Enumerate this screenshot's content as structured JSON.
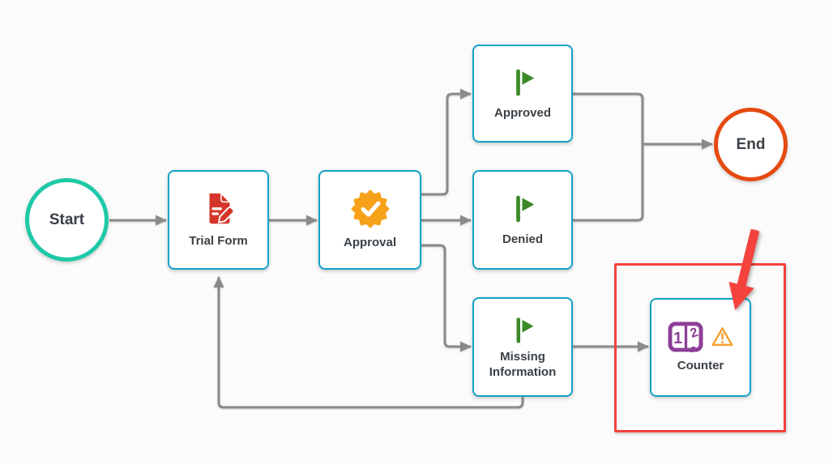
{
  "diagram": {
    "type": "workflow-flowchart",
    "nodes": [
      {
        "id": "start",
        "label": "Start",
        "kind": "terminal",
        "border_color": "#1ec9a7"
      },
      {
        "id": "trial-form",
        "label": "Trial Form",
        "kind": "step",
        "icon": "document-edit-icon",
        "icon_color": "#d6352b"
      },
      {
        "id": "approval",
        "label": "Approval",
        "kind": "step",
        "icon": "approval-seal-icon",
        "icon_color": "#f7a11a"
      },
      {
        "id": "approved",
        "label": "Approved",
        "kind": "step",
        "icon": "flag-icon",
        "icon_color": "#3c8a28"
      },
      {
        "id": "denied",
        "label": "Denied",
        "kind": "step",
        "icon": "flag-icon",
        "icon_color": "#3c8a28"
      },
      {
        "id": "missing-information",
        "label": "Missing Information",
        "kind": "step",
        "icon": "flag-icon",
        "icon_color": "#3c8a28"
      },
      {
        "id": "counter",
        "label": "Counter",
        "kind": "step",
        "icon": "counter-icon",
        "icon_color": "#8c3e96",
        "warning": true,
        "warning_icon": "warning-triangle-icon",
        "warning_color": "#f2a132"
      },
      {
        "id": "end",
        "label": "End",
        "kind": "terminal",
        "border_color": "#e54a10"
      }
    ],
    "edges": [
      {
        "from": "start",
        "to": "trial-form"
      },
      {
        "from": "trial-form",
        "to": "approval"
      },
      {
        "from": "approval",
        "to": "approved"
      },
      {
        "from": "approval",
        "to": "denied"
      },
      {
        "from": "approval",
        "to": "missing-information"
      },
      {
        "from": "approved",
        "to": "end"
      },
      {
        "from": "denied",
        "to": "end"
      },
      {
        "from": "missing-information",
        "to": "counter"
      },
      {
        "from": "missing-information",
        "to": "trial-form",
        "note": "loop-back"
      }
    ],
    "annotation": {
      "kind": "red-highlight-box-with-arrow",
      "target": "counter",
      "color": "#f4423c"
    },
    "colors": {
      "node_border": "#12a3c6",
      "connector": "#8a8a8a",
      "text": "#3b4147",
      "start_border": "#1ec9a7",
      "end_border": "#e54a10",
      "annotation_red": "#f4423c",
      "flag_green": "#3c8a28",
      "seal_orange": "#f7a11a",
      "document_red": "#d6352b",
      "counter_purple": "#8c3e96",
      "warning_orange": "#f2a132",
      "background": "#fbfbfb"
    }
  }
}
